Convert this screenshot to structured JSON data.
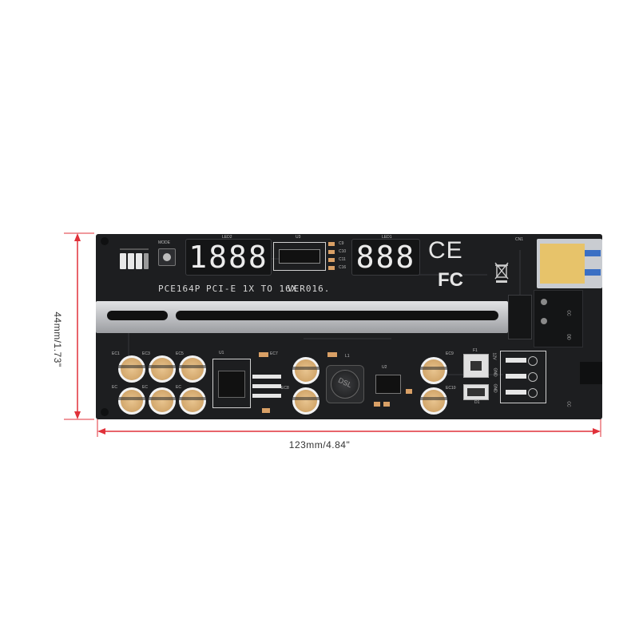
{
  "dimensions": {
    "height_label": "44mm/1.73\"",
    "width_label": "123mm/4.84\""
  },
  "board": {
    "model_text": "PCE164P",
    "interface_text": "PCI-E 1X TO 16X",
    "version_text": "VER016.",
    "led_display_left": "1888",
    "led_display_right": "888",
    "labels": {
      "mode": "MODE",
      "led2": "LED2",
      "led1": "LED1",
      "u3": "U3",
      "u2": "U2",
      "l1": "L1",
      "cn1": "CN1",
      "f1": "F1",
      "d1": "D1",
      "ec1": "EC1",
      "ec3": "EC3",
      "ec5": "EC5",
      "ec7": "EC7",
      "ec8": "EC8",
      "ec9": "EC9",
      "ec10": "EC10",
      "ec2": "EC",
      "ec4": "EC",
      "ec6": "EC",
      "u1": "U1",
      "c9": "C9",
      "c10": "C10",
      "c11": "C11",
      "c16": "C16",
      "inductor_marking": "DSL",
      "ce_mark": "CE",
      "fc_mark": "FC",
      "port_side_1": "CC",
      "port_side_2": "DD",
      "port_side_3": "CC",
      "connector_1": "12V",
      "connector_2": "GND",
      "connector_3": "GND"
    }
  },
  "colors": {
    "pcb": "#1d1e20",
    "led_segment": "#e8e8e8",
    "capacitor_top": "#d9b27a",
    "dimension_line": "#e0313a",
    "slot_metal": "#c6c7ca",
    "usb_gold": "#e7c36a",
    "usb_blue": "#3a6fc4"
  }
}
